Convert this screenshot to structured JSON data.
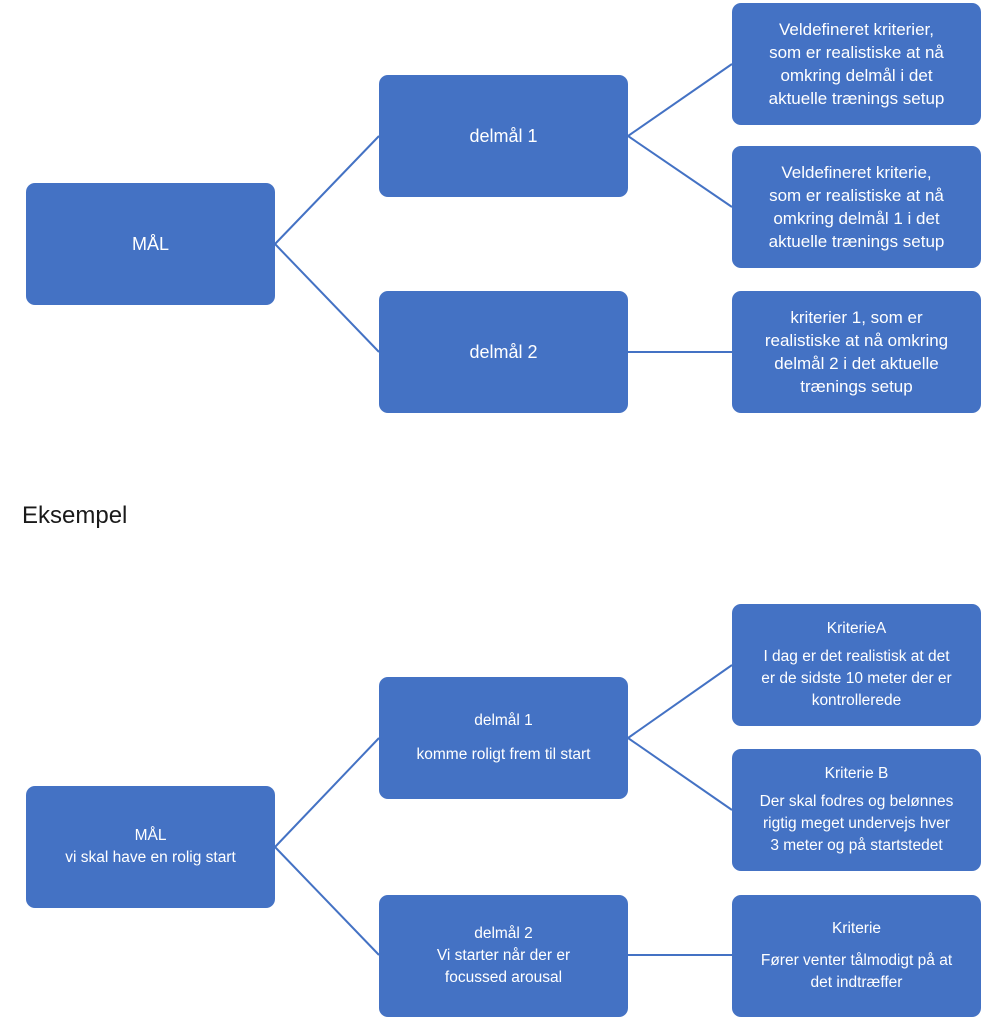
{
  "diagram1": {
    "goal": {
      "text": "MÅL"
    },
    "sub1": {
      "text": "delmål 1"
    },
    "sub2": {
      "text": "delmål 2"
    },
    "crit1a": {
      "line1": "Veldefineret kriterier,",
      "line2": "som er realistiske at nå",
      "line3": "omkring delmål i det",
      "line4": "aktuelle trænings setup"
    },
    "crit1b": {
      "line1": "Veldefineret kriterie,",
      "line2": "som er realistiske at nå",
      "line3": "omkring delmål 1 i det",
      "line4": "aktuelle trænings setup"
    },
    "crit2": {
      "line1": "kriterier 1, som er",
      "line2": "realistiske at nå omkring",
      "line3": "delmål 2 i det aktuelle",
      "line4": "trænings setup"
    }
  },
  "section_heading": "Eksempel",
  "diagram2": {
    "goal": {
      "line1": "MÅL",
      "line2": "vi skal have en rolig start"
    },
    "sub1": {
      "line1": "delmål 1",
      "line2": "komme roligt frem til start"
    },
    "sub2": {
      "line1": "delmål 2",
      "line2": "Vi starter når der er",
      "line3": "focussed arousal"
    },
    "crit1a": {
      "title": "KriterieA",
      "line1": "I dag er det realistisk at det",
      "line2": "er de sidste 10 meter der er",
      "line3": "kontrollerede"
    },
    "crit1b": {
      "title": "Kriterie B",
      "line1": "Der skal fodres og belønnes",
      "line2": "rigtig meget undervejs hver",
      "line3": "3 meter og på startstedet"
    },
    "crit2": {
      "title": "Kriterie",
      "line1": "Fører venter tålmodigt på at",
      "line2": "det indtræffer"
    }
  },
  "colors": {
    "box_fill": "#4472C4",
    "connector": "#4472C4",
    "box_text": "#ffffff"
  }
}
